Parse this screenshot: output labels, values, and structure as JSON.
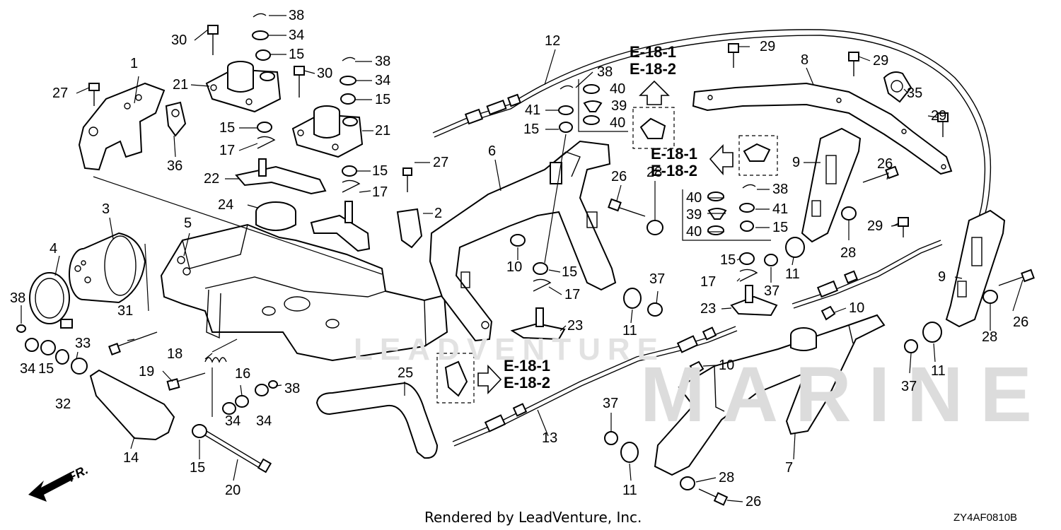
{
  "footer": {
    "rendered_by": "Rendered by LeadVenture, Inc.",
    "diagram_code": "ZY4AF0810B"
  },
  "watermark": {
    "brand": "LEADVENTURE",
    "sub": "MARINE"
  },
  "direction": {
    "label": "FR."
  },
  "references": [
    {
      "line1": "E-18-1",
      "line2": "E-18-2"
    },
    {
      "line1": "E-18-1",
      "line2": "E-18-2"
    },
    {
      "line1": "E-18-1",
      "line2": "E-18-2"
    }
  ],
  "callouts": [
    "38",
    "34",
    "15",
    "30",
    "21",
    "38",
    "34",
    "15",
    "30",
    "21",
    "1",
    "27",
    "36",
    "15",
    "17",
    "22",
    "15",
    "17",
    "27",
    "24",
    "2",
    "3",
    "5",
    "4",
    "38",
    "31",
    "34",
    "15",
    "32",
    "33",
    "18",
    "19",
    "16",
    "34",
    "34",
    "38",
    "14",
    "15",
    "20",
    "25",
    "12",
    "38",
    "41",
    "15",
    "40",
    "39",
    "40",
    "6",
    "10",
    "15",
    "17",
    "23",
    "26",
    "28",
    "37",
    "11",
    "13",
    "29",
    "29",
    "8",
    "35",
    "29",
    "9",
    "26",
    "28",
    "38",
    "40",
    "41",
    "39",
    "40",
    "15",
    "15",
    "17",
    "37",
    "11",
    "23",
    "10",
    "10",
    "29",
    "9",
    "26",
    "28",
    "37",
    "11",
    "7",
    "37",
    "11",
    "28",
    "26"
  ]
}
